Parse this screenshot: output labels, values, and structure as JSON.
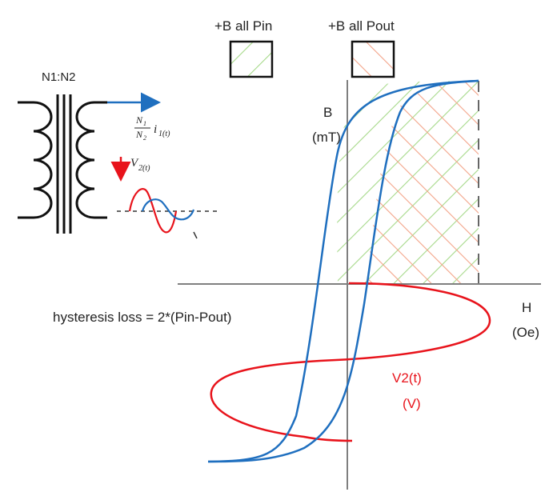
{
  "transformer": {
    "ratio_label": "N1:N2",
    "current_label": {
      "num": "N",
      "num_sub": "1",
      "den": "N",
      "den_sub": "2",
      "var": "i",
      "var_sub": "1(t)"
    },
    "voltage_label": {
      "var": "V",
      "var_sub": "2(t)"
    }
  },
  "legend": {
    "pin": "+B all Pin",
    "pout": "+B all Pout"
  },
  "axes": {
    "y_label": "B",
    "y_unit": "(mT)",
    "x_label": "H",
    "x_unit": "(Oe)"
  },
  "annotation": "hysteresis loss = 2*(Pin-Pout)",
  "voltage_curve": {
    "label": "V2(t)",
    "unit": "(V)"
  },
  "colors": {
    "hysteresis": "#1f6fbf",
    "voltage": "#e8131b",
    "pin_hatch": "#a6d98a",
    "pout_hatch": "#f3a489",
    "axis": "#7f7f7f",
    "arrow_blue": "#1f6fbf",
    "arrow_red": "#e8131b"
  }
}
